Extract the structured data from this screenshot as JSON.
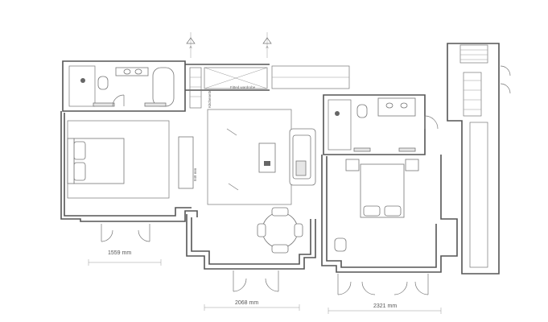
{
  "annotations": {
    "section_marker_a": "A",
    "section_marker_b": "A",
    "fitted_wardrobe": "Fitted wardrobe",
    "kitchenette": "Kitchenette"
  },
  "dimensions": {
    "left_window": "1559 mm",
    "center_window": "2068 mm",
    "right_window": "2321 mm",
    "room_width": "848 mm"
  },
  "colors": {
    "line": "#555555",
    "fill": "#e6e6e6"
  }
}
